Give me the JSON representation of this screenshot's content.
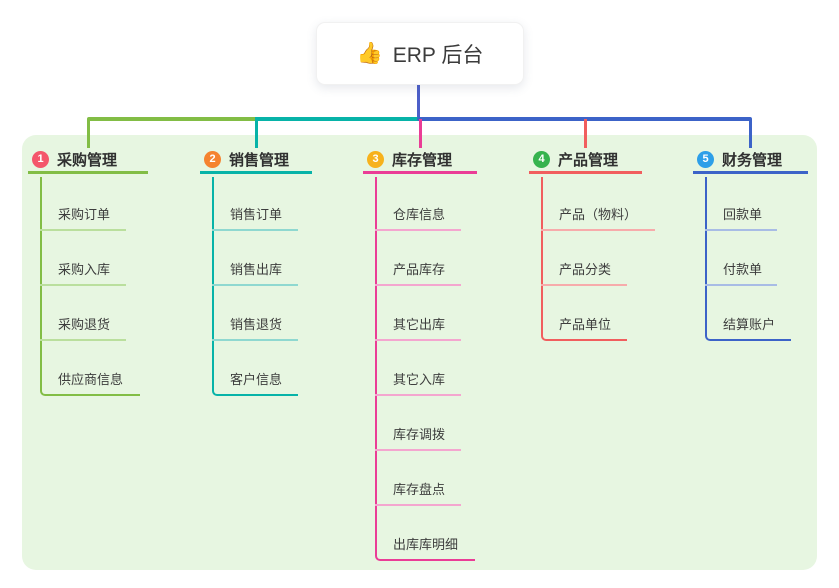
{
  "root": {
    "emoji": "👍",
    "label": "ERP 后台",
    "icon": "thumbs-up-icon",
    "line_color": "#4d5fc9"
  },
  "panel_color": "#e7f6e1",
  "branches": [
    {
      "number": "1",
      "title": "采购管理",
      "color": "#82bd45",
      "light_color": "#badf9d",
      "badge_color": "#f4566b",
      "children": [
        "采购订单",
        "采购入库",
        "采购退货",
        "供应商信息"
      ]
    },
    {
      "number": "2",
      "title": "销售管理",
      "color": "#07b3a8",
      "light_color": "#8fd8d0",
      "badge_color": "#f5832f",
      "children": [
        "销售订单",
        "销售出库",
        "销售退货",
        "客户信息"
      ]
    },
    {
      "number": "3",
      "title": "库存管理",
      "color": "#ea3d96",
      "light_color": "#f4a6cf",
      "badge_color": "#f7b21c",
      "children": [
        "仓库信息",
        "产品库存",
        "其它出库",
        "其它入库",
        "库存调拨",
        "库存盘点",
        "出库库明细"
      ]
    },
    {
      "number": "4",
      "title": "产品管理",
      "color": "#f15e5e",
      "light_color": "#f7abab",
      "badge_color": "#36b34e",
      "children": [
        "产品（物料）",
        "产品分类",
        "产品单位"
      ]
    },
    {
      "number": "5",
      "title": "财务管理",
      "color": "#3c63c8",
      "light_color": "#a8bce5",
      "badge_color": "#2d9fe8",
      "children": [
        "回款单",
        "付款单",
        "结算账户"
      ]
    }
  ]
}
